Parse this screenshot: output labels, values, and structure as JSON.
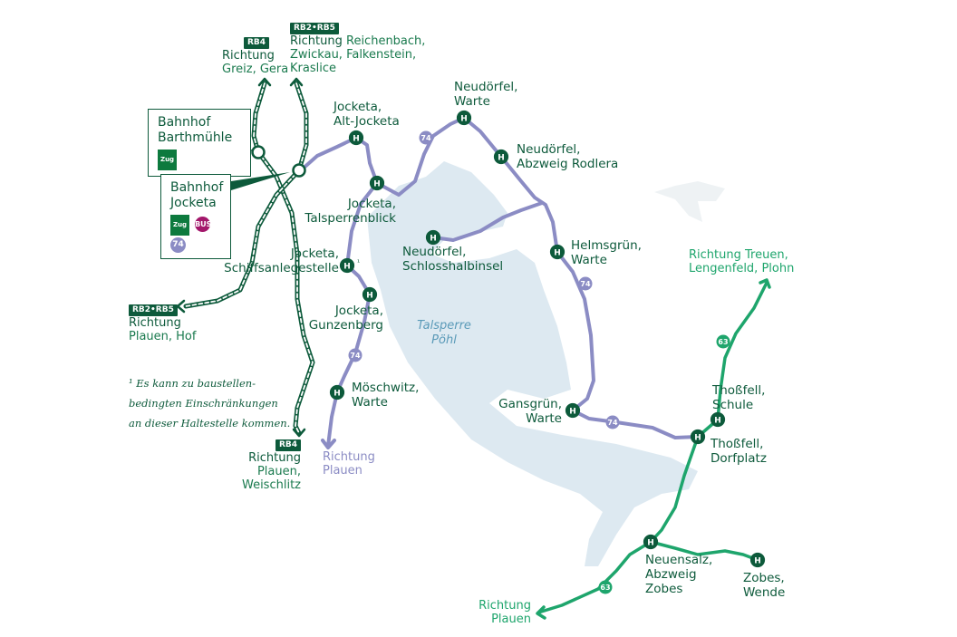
{
  "colors": {
    "rail": "#0d5a3b",
    "bus74": "#8b8cc4",
    "bus63": "#1ea56c",
    "lake": "#dde9f1",
    "bus_badge": "#a3176b"
  },
  "stations": {
    "barthmuehle": {
      "line1": "Bahnhof",
      "line2": "Barthmühle",
      "mode": "Zug"
    },
    "jocketa": {
      "line1": "Bahnhof",
      "line2": "Jocketa",
      "mode": "Zug",
      "bus": "BUS",
      "line": "74"
    }
  },
  "directions": {
    "rb4_north": {
      "badge": "RB4",
      "label": "Richtung",
      "dest": "Greiz, Gera"
    },
    "rb25_north": {
      "badge": "RB2•RB5",
      "label": "Richtung",
      "dest1": "Reichenbach,",
      "dest2": "Zwickau, Falkenstein,",
      "dest3": "Kraslice"
    },
    "rb25_west": {
      "badge": "RB2•RB5",
      "label": "Richtung",
      "dest": "Plauen, Hof"
    },
    "rb4_south": {
      "badge": "RB4",
      "label": "Richtung",
      "dest1": "Plauen,",
      "dest2": "Weischlitz"
    },
    "bus74_south": {
      "label": "Richtung",
      "dest": "Plauen"
    },
    "bus63_north": {
      "label": "Richtung",
      "dest1": "Treuen,",
      "dest2": "Lengenfeld, Plohn"
    },
    "bus63_south": {
      "label": "Richtung",
      "dest": "Plauen"
    }
  },
  "stops": [
    {
      "l1": "Jocketa,",
      "l2": "Alt-Jocketa"
    },
    {
      "l1": "Jocketa,",
      "l2": "Talsperrenblick"
    },
    {
      "l1": "Jocketa,",
      "l2": "Schiffsanlegestelle",
      "sup": "¹"
    },
    {
      "l1": "Jocketa,",
      "l2": "Gunzenberg"
    },
    {
      "l1": "Möschwitz,",
      "l2": "Warte"
    },
    {
      "l1": "Neudörfel,",
      "l2": "Warte"
    },
    {
      "l1": "Neudörfel,",
      "l2": "Abzweig Rodlera"
    },
    {
      "l1": "Neudörfel,",
      "l2": "Schlosshalbinsel"
    },
    {
      "l1": "Helmsgrün,",
      "l2": "Warte"
    },
    {
      "l1": "Gansgrün,",
      "l2": "Warte"
    },
    {
      "l1": "Thoßfell,",
      "l2": "Schule"
    },
    {
      "l1": "Thoßfell,",
      "l2": "Dorfplatz"
    },
    {
      "l1": "Neuensalz,",
      "l2": "Abzweig",
      "l3": "Zobes"
    },
    {
      "l1": "Zobes,",
      "l2": "Wende"
    }
  ],
  "lines": {
    "bus74": "74",
    "bus63": "63"
  },
  "lake": {
    "l1": "Talsperre",
    "l2": "Pöhl"
  },
  "footnote": {
    "l1": "¹ Es kann zu baustellen-",
    "l2": "bedingten Einschränkungen",
    "l3": "an dieser Haltestelle kommen."
  }
}
